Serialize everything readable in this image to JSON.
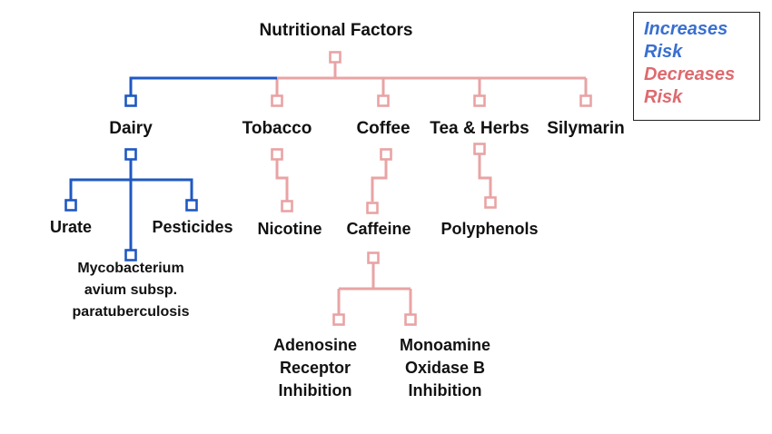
{
  "colors": {
    "increases": "#1f58c2",
    "decreases": "#e9a3a4",
    "legend_increases": "#3a6fd0",
    "legend_decreases": "#de6a6e"
  },
  "root": {
    "label": "Nutritional Factors"
  },
  "nodes": {
    "dairy": {
      "label": "Dairy",
      "effect": "increases"
    },
    "tobacco": {
      "label": "Tobacco",
      "effect": "decreases"
    },
    "coffee": {
      "label": "Coffee",
      "effect": "decreases"
    },
    "tea_herbs": {
      "label": "Tea & Herbs",
      "effect": "decreases"
    },
    "silymarin": {
      "label": "Silymarin",
      "effect": "decreases"
    },
    "urate": {
      "label": "Urate",
      "effect": "increases"
    },
    "pesticides": {
      "label": "Pesticides",
      "effect": "increases"
    },
    "mycobacterium": {
      "lines": [
        "Mycobacterium",
        "avium subsp.",
        "paratuberculosis"
      ],
      "effect": "increases"
    },
    "nicotine": {
      "label": "Nicotine",
      "effect": "decreases"
    },
    "caffeine": {
      "label": "Caffeine",
      "effect": "decreases"
    },
    "polyphenols": {
      "label": "Polyphenols",
      "effect": "decreases"
    },
    "adenosine": {
      "lines": [
        "Adenosine",
        "Receptor",
        "Inhibition"
      ],
      "effect": "decreases"
    },
    "monoamine": {
      "lines": [
        "Monoamine",
        "Oxidase B",
        "Inhibition"
      ],
      "effect": "decreases"
    }
  },
  "legend": {
    "increases": [
      "Increases",
      "Risk"
    ],
    "decreases": [
      "Decreases",
      "Risk"
    ]
  }
}
